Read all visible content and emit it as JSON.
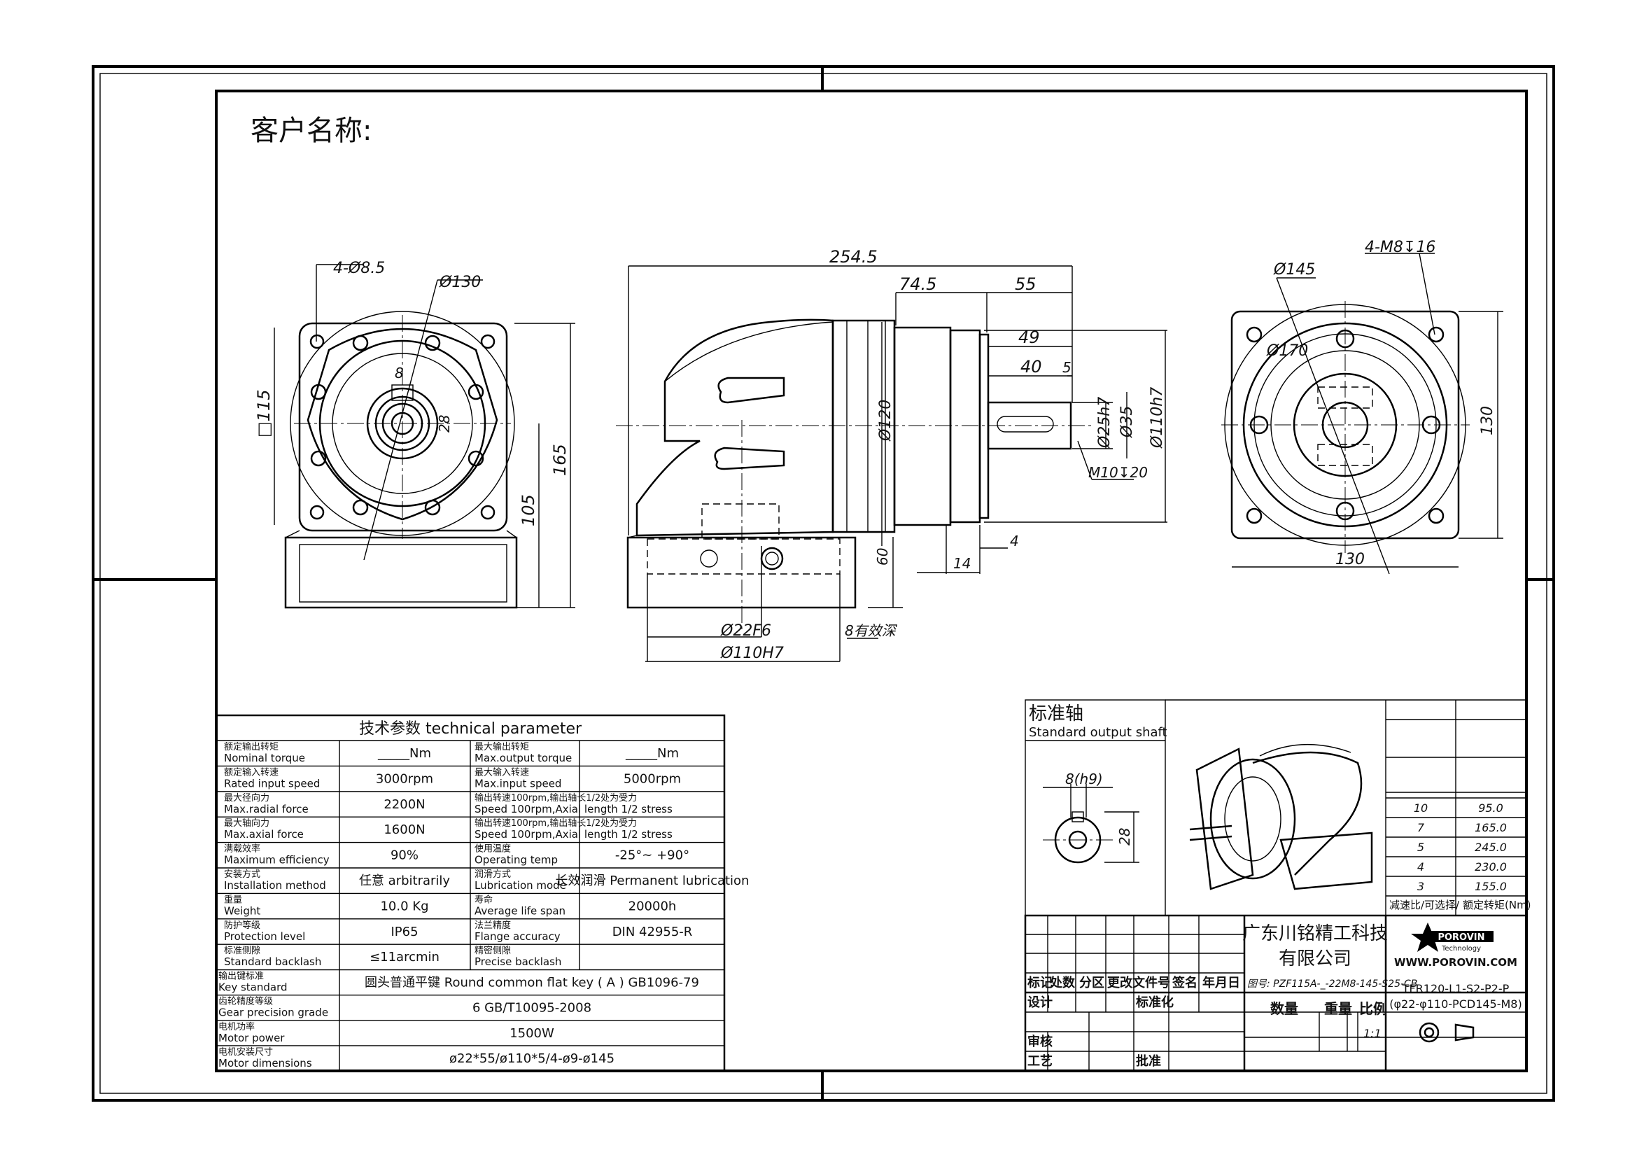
{
  "customer_label": "客户名称:",
  "dims": {
    "holes_4": "4-Ø8.5",
    "d130": "Ø130",
    "key8": "8",
    "key28": "28",
    "sq115": "□115",
    "h165": "165",
    "h105": "105",
    "len254": "254.5",
    "len74": "74.5",
    "len55": "55",
    "len49": "49",
    "len40": "40",
    "len5": "5",
    "d120": "Ø120",
    "d25": "Ø25h7",
    "d35": "Ø35",
    "d110": "Ø110h7",
    "m10": "M10↧20",
    "w4": "4",
    "w14": "14",
    "h60": "60",
    "d22": "Ø22F6",
    "d110b": "Ø110H7",
    "eight_eff": "8有效深",
    "d145": "Ø145",
    "m8": "4-M8↧16",
    "d170": "Ø170",
    "w130": "130",
    "h130": "130"
  },
  "spec_table": {
    "title": "技术参数  technical parameter",
    "rows": [
      {
        "l_cn": "额定输出转矩",
        "l_en": "Nominal torque",
        "l_val": "_____Nm",
        "r_cn": "最大输出转矩",
        "r_en": "Max.output torque",
        "r_val": "_____Nm"
      },
      {
        "l_cn": "额定输入转速",
        "l_en": "Rated input speed",
        "l_val": "3000rpm",
        "r_cn": "最大输入转速",
        "r_en": "Max.input speed",
        "r_val": "5000rpm"
      },
      {
        "l_cn": "最大径向力",
        "l_en": "Max.radial force",
        "l_val": "2200N",
        "r_cn": "输出转速100rpm,输出轴长1/2处为受力",
        "r_en": "Speed 100rpm,Axial length 1/2 stress",
        "r_val": ""
      },
      {
        "l_cn": "最大轴向力",
        "l_en": "Max.axial force",
        "l_val": "1600N",
        "r_cn": "输出转速100rpm,输出轴长1/2处为受力",
        "r_en": "Speed 100rpm,Axial length 1/2 stress",
        "r_val": ""
      },
      {
        "l_cn": "满载效率",
        "l_en": "Maximum efficiency",
        "l_val": "90%",
        "r_cn": "使用温度",
        "r_en": "Operating temp",
        "r_val": "-25°~ +90°"
      },
      {
        "l_cn": "安装方式",
        "l_en": "Installation method",
        "l_val": "任意 arbitrarily",
        "r_cn": "润滑方式",
        "r_en": "Lubrication mode",
        "r_val": "长效润滑 Permanent lubrication"
      },
      {
        "l_cn": "重量",
        "l_en": "Weight",
        "l_val": "10.0 Kg",
        "r_cn": "寿命",
        "r_en": "Average life span",
        "r_val": "20000h"
      },
      {
        "l_cn": "防护等级",
        "l_en": "Protection level",
        "l_val": "IP65",
        "r_cn": "法兰精度",
        "r_en": "Flange accuracy",
        "r_val": "DIN 42955-R"
      },
      {
        "l_cn": "标准侧隙",
        "l_en": "Standard backlash",
        "l_val": "≤11arcmin",
        "r_cn": "精密侧隙",
        "r_en": "Precise backlash",
        "r_val": ""
      }
    ],
    "wide_rows": [
      {
        "cn": "输出键标准",
        "en": "Key standard",
        "val": "圆头普通平键 Round common flat key ( A ) GB1096-79"
      },
      {
        "cn": "齿轮精度等级",
        "en": "Gear precision grade",
        "val": "6 GB/T10095-2008"
      },
      {
        "cn": "电机功率",
        "en": "Motor power",
        "val": "1500W"
      },
      {
        "cn": "电机安装尺寸",
        "en": "Motor dimensions",
        "val": "ø22*55/ø110*5/4-ø9-ø145"
      }
    ]
  },
  "shaft_box": {
    "title_cn": "标准轴",
    "title_en": "Standard output shaft",
    "key_dim": "8(h9)",
    "h_dim": "28"
  },
  "ratio_table": {
    "rows": [
      {
        "ratio": "10",
        "torque": "95.0"
      },
      {
        "ratio": "7",
        "torque": "165.0"
      },
      {
        "ratio": "5",
        "torque": "245.0"
      },
      {
        "ratio": "4",
        "torque": "230.0"
      },
      {
        "ratio": "3",
        "torque": "155.0"
      }
    ],
    "h_ratio": "减速比/可选择/",
    "h_torque": "额定转矩(Nm)"
  },
  "title_block": {
    "company_1": "广东川铭精工科技",
    "company_2": "有限公司",
    "logo_text": "POROVIN",
    "logo_sub": "Technology",
    "website": "WWW.POROVIN.COM",
    "h_mark": "标记",
    "h_count": "处数",
    "h_zone": "分区",
    "h_doc": "更改文件号",
    "h_sign": "签名",
    "h_date": "年月日",
    "drawing_no": "图号: PZF115A-_-22M8-145-S25-CB",
    "model_1": "TFR120-L1-S2-P2-P",
    "model_2": "(φ22-φ110-PCD145-M8)",
    "design": "设计",
    "standard": "标准化",
    "qty": "数量",
    "weight": "重量",
    "scale": "比例",
    "scale_val": "1:1",
    "review": "审核",
    "process": "工艺",
    "approve": "批准"
  }
}
